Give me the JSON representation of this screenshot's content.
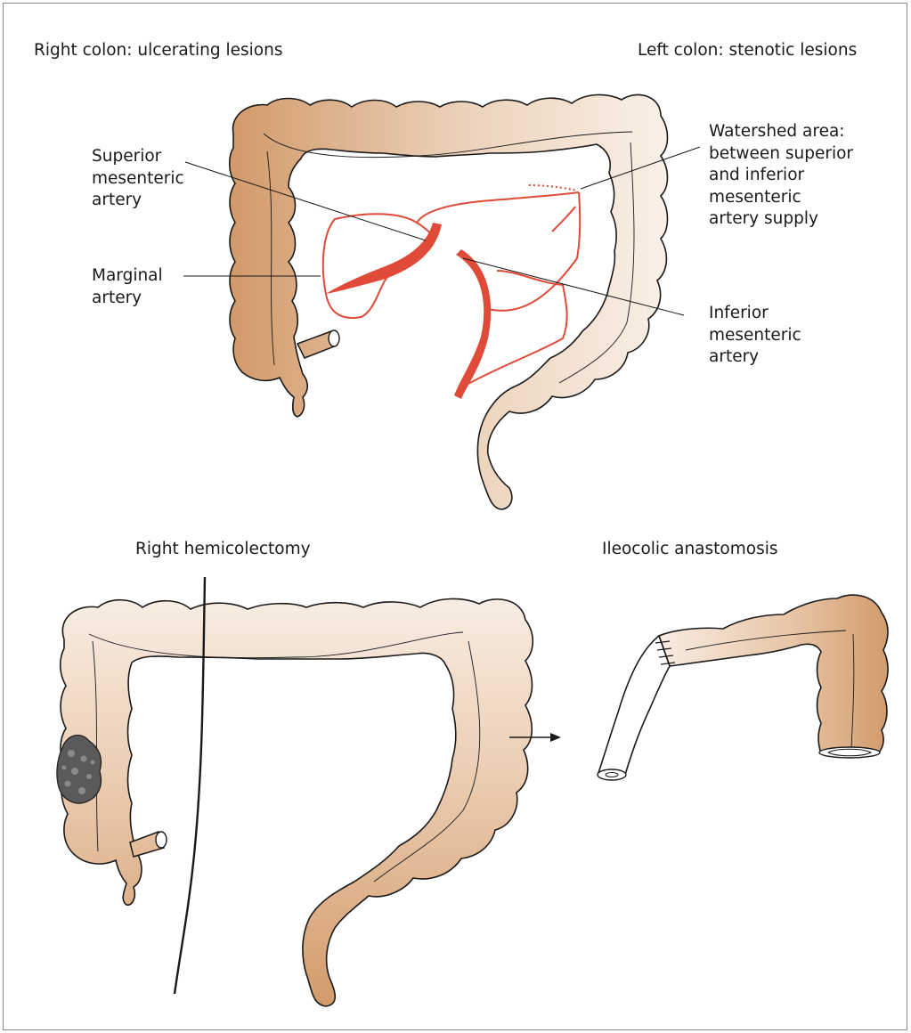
{
  "top": {
    "right_colon_title": "Right colon: ulcerating lesions",
    "left_colon_title": "Left colon: stenotic lesions",
    "labels": {
      "sma_line1": "Superior",
      "sma_line2": "mesenteric",
      "sma_line3": "artery",
      "marginal_line1": "Marginal",
      "marginal_line2": "artery",
      "watershed_line1": "Watershed area:",
      "watershed_line2": "between superior",
      "watershed_line3": "and inferior",
      "watershed_line4": "mesenteric",
      "watershed_line5": "artery supply",
      "ima_line1": "Inferior",
      "ima_line2": "mesenteric",
      "ima_line3": "artery"
    }
  },
  "bottom": {
    "right_hemicolectomy_title": "Right hemicolectomy",
    "anastomosis_title": "Ileocolic anastomosis"
  },
  "colors": {
    "colon_dark": "#d29a6a",
    "colon_light": "#f8ece2",
    "artery_red": "#e04a38",
    "outline": "#1a1a1a",
    "tumour": "#5a5a5a"
  }
}
